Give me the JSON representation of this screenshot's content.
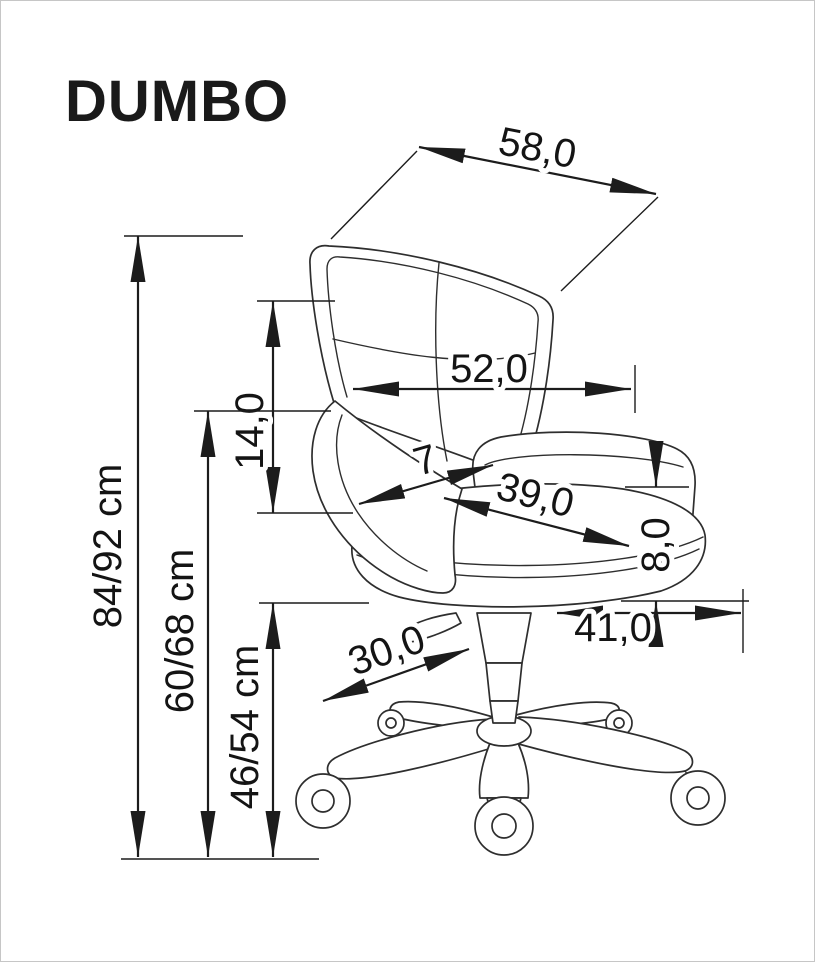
{
  "title": "DUMBO",
  "colors": {
    "line": "#2e2e2e",
    "dimension": "#1c1c1c",
    "background": "#ffffff",
    "border": "#c6c6c6"
  },
  "dimensions": {
    "top_depth": "58,0",
    "backrest_width": "52,0",
    "back_to_armrest": "14,0",
    "total_height": "84/92 cm",
    "armrest_height": "60/68 cm",
    "seat_height": "46/54 cm",
    "front_edge": "7",
    "seat_depth": "39,0",
    "cushion_thickness": "8,0",
    "seat_width": "41,0",
    "base_leg": "30,0"
  }
}
